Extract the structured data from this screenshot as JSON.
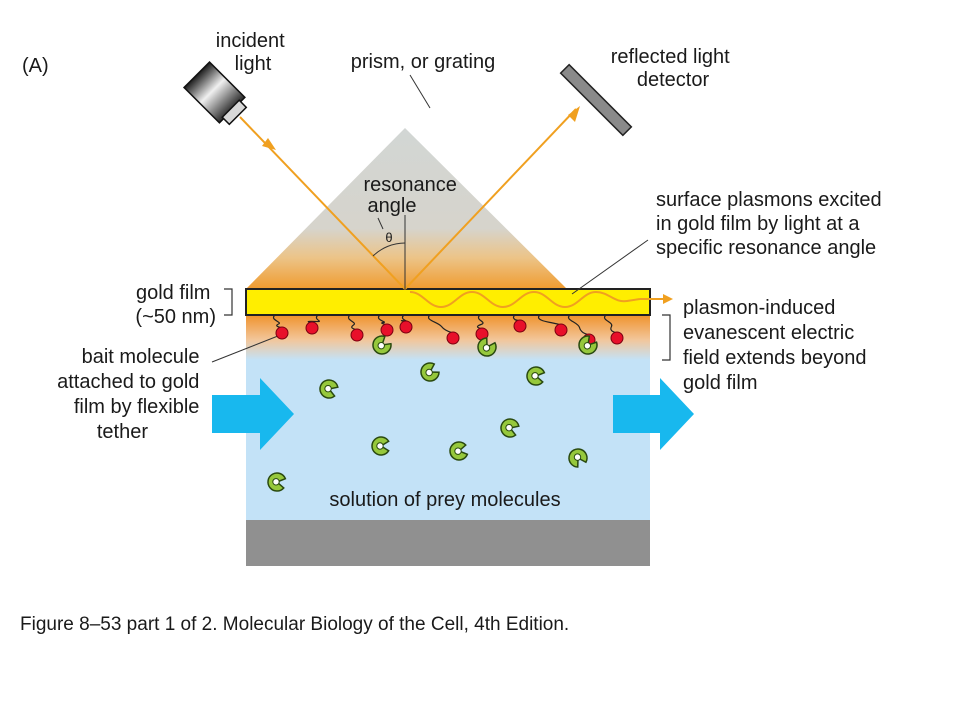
{
  "panel_label": "(A)",
  "labels": {
    "incident_light": [
      "incident",
      "light"
    ],
    "prism": "prism, or grating",
    "detector": [
      "reflected light",
      "detector"
    ],
    "resonance_angle": [
      "resonance",
      "angle"
    ],
    "theta": "θ",
    "surface_plasmons": [
      "surface plasmons excited",
      "in gold film by light at a",
      "specific resonance angle"
    ],
    "gold_film": [
      "gold film",
      "(~50 nm)"
    ],
    "evanescent": [
      "plasmon-induced",
      "evanescent electric",
      "field extends beyond",
      "gold film"
    ],
    "bait": [
      "bait molecule",
      "attached to gold",
      "film by flexible",
      "tether"
    ],
    "solution": "solution of prey molecules"
  },
  "caption": "Figure 8–53 part 1 of 2. Molecular Biology of the Cell, 4th Edition.",
  "colors": {
    "light_beam": "#f0a020",
    "gold_film": "#ffee00",
    "solution": "#c3e2f7",
    "flow_arrow": "#18b8ee",
    "bait": "#e8102a",
    "prey": "#96c83c",
    "prism": "#d2d6d4",
    "base": "#909090"
  }
}
